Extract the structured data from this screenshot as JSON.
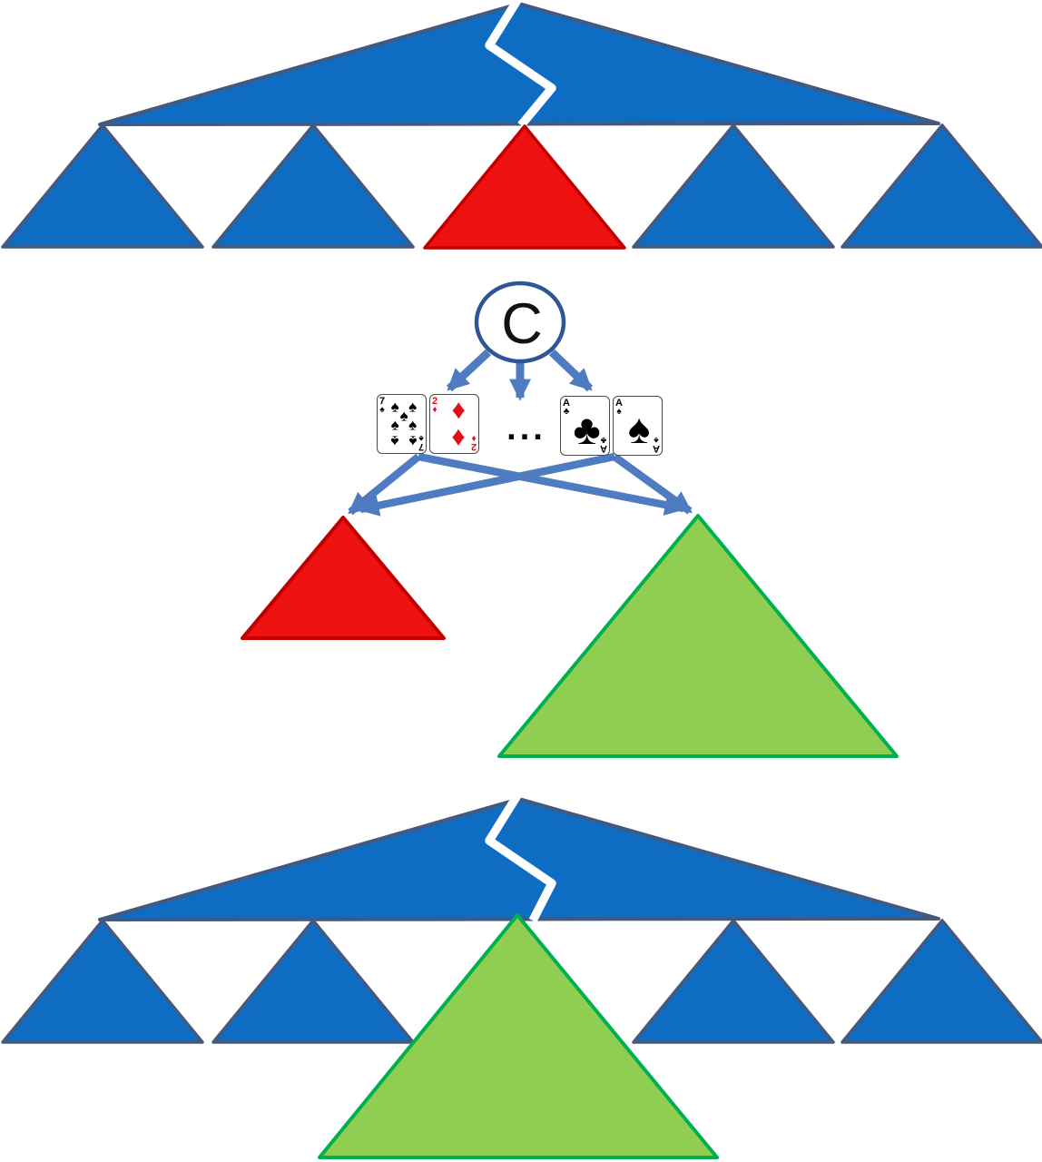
{
  "colors": {
    "blue_fill": "#0E6CC2",
    "blue_stroke": "#44597E",
    "red_fill": "#EE1111",
    "red_stroke": "#C00000",
    "green_fill": "#90CE51",
    "green_stroke": "#00B050",
    "arrow": "#4F7BC0",
    "circle_stroke": "#2F5597",
    "crack": "#FFFFFF",
    "card_border": "#4A4A4A",
    "red_suit": "#E0101A",
    "text": "#111111"
  },
  "chance_node": {
    "label": "C"
  },
  "ellipsis": "...",
  "cards": [
    {
      "rank": "7",
      "suit": "♠",
      "color": "black"
    },
    {
      "rank": "2",
      "suit": "♦",
      "color": "red"
    },
    {
      "rank": "A",
      "suit": "♣",
      "color": "black"
    },
    {
      "rank": "A",
      "suit": "♠",
      "color": "black"
    }
  ],
  "top_tree": {
    "root_color": "blue",
    "subgames": [
      "blue",
      "blue",
      "red",
      "blue",
      "blue"
    ]
  },
  "middle": {
    "left_subgame_color": "red",
    "right_subgame_color": "green"
  },
  "bottom_tree": {
    "root_color": "blue",
    "subgames": [
      "blue",
      "blue",
      "green",
      "blue",
      "blue"
    ]
  }
}
